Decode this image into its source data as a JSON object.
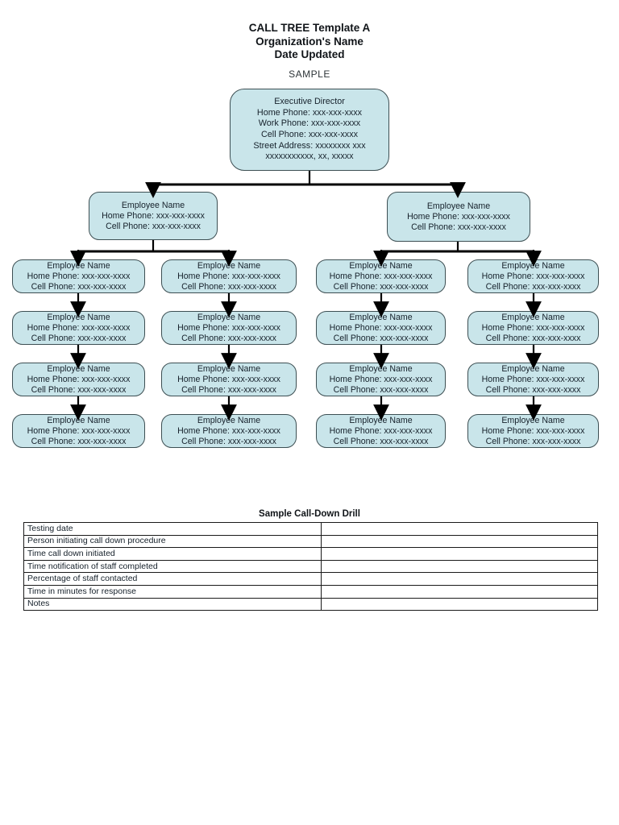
{
  "page": {
    "title_lines": [
      "CALL TREE Template A",
      "Organization's Name",
      "Date Updated"
    ],
    "sample_label": "SAMPLE"
  },
  "tree": {
    "executive": {
      "title": "Executive Director",
      "home_phone": "Home Phone: xxx-xxx-xxxx",
      "work_phone": "Work Phone: xxx-xxx-xxxx",
      "cell_phone": "Cell Phone: xxx-xxx-xxxx",
      "street_address": "Street Address: xxxxxxxx xxx",
      "city_state_zip": "xxxxxxxxxxx, xx, xxxxx"
    },
    "employee": {
      "title": "Employee Name",
      "home_phone": "Home Phone: xxx-xxx-xxxx",
      "cell_phone": "Cell Phone: xxx-xxx-xxxx"
    }
  },
  "drill_table": {
    "title": "Sample Call-Down Drill",
    "rows": [
      {
        "label": "Testing date",
        "value": ""
      },
      {
        "label": "Person initiating call down procedure",
        "value": ""
      },
      {
        "label": "Time call down initiated",
        "value": ""
      },
      {
        "label": "Time notification of staff completed",
        "value": ""
      },
      {
        "label": "Percentage of staff contacted",
        "value": ""
      },
      {
        "label": "Time in minutes for response",
        "value": ""
      },
      {
        "label": "Notes",
        "value": ""
      }
    ]
  },
  "colors": {
    "box_fill": "#c9e5ea",
    "box_border": "#3d4f53",
    "connector": "#000000",
    "page_background": "#ffffff"
  }
}
